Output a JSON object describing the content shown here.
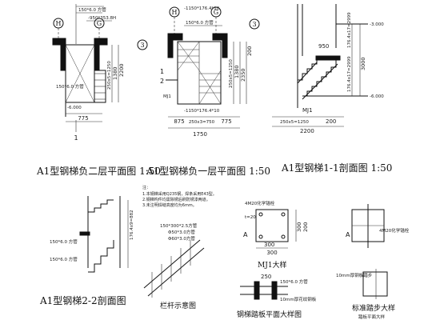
{
  "titles": {
    "plan_neg2": "A1型钢梯负二层平面图 1:50",
    "plan_neg1": "A1型钢梯负一层平面图 1:50",
    "section_11": "A1型钢梯1-1剖面图 1:50",
    "section_22": "A1型钢梯2-2剖面图",
    "railing": "栏杆示意图",
    "mj1": "MJ1大样",
    "tread": "钢梯踏板平面大样图",
    "std_tread": "标准踏步大样"
  },
  "axes": {
    "H": "H",
    "G": "G",
    "three": "3",
    "one": "1",
    "two": "2",
    "A": "A"
  },
  "plan_neg2": {
    "plate_top": "150*6.0 方管",
    "elev_top": "-950*353.8H",
    "plate_mid": "150*6.0 方管",
    "dim_775": "775",
    "elev_bottom": "-6.000",
    "v_2200": "2200",
    "v_1380": "1380",
    "v_250": "250x5=1250"
  },
  "plan_neg1": {
    "elev_top": "-1150*176.4*10",
    "plate_top": "150*6.0 方管",
    "mj1": "MJ1",
    "v_2350": "2350",
    "v_200": "200",
    "v_1380": "1380",
    "v_250": "250x5=1250",
    "elev_bottom": "-1150*176.4*10",
    "dim_875": "875",
    "dim_250": "250x3=750",
    "dim_775": "775",
    "dim_1750": "1750"
  },
  "section_11": {
    "elev_top": "-3.000",
    "elev_bottom": "-6.000",
    "dim_950": "950",
    "dim_1250": "1250",
    "dim_200": "200",
    "v_3000": "3000",
    "v_steps1": "176.4x17=2999",
    "v_steps2": "176.4x17=2999",
    "dim_250": "250x5=1250",
    "dim_2200": "2200",
    "mj1": "MJ1"
  },
  "notes": {
    "head": "注：",
    "lines": [
      "1.本钢梯采用Q235钢，焊条采用E43型。",
      "2.钢梯构件均需除锈后刷防锈漆两道。",
      "3.未注明焊缝高度均为6mm。"
    ]
  },
  "section_22": {
    "v_total": "176.4x9=882",
    "plate": "150*6.0 方管",
    "plate2": "150*6.0 方管",
    "tube": "Φ50*3.0方管",
    "tube2": "Φ60*3.0方管",
    "stringer": "150*300*2.5方管",
    "plate_thk": "Φ60*3.0方管"
  },
  "mj1": {
    "anchor": "4M20化学锚栓",
    "thk": "t=20",
    "d300a": "300",
    "d300b": "300",
    "d300c": "300",
    "d200": "200"
  },
  "std_tread": {
    "anchor": "4M20化学锚栓",
    "plate": "10mm厚钢板踏步",
    "note": "踏板平面大样"
  },
  "tread": {
    "pipe": "150*6.0 方管",
    "plate": "10mm厚花纹钢板",
    "dim_250": "250"
  }
}
